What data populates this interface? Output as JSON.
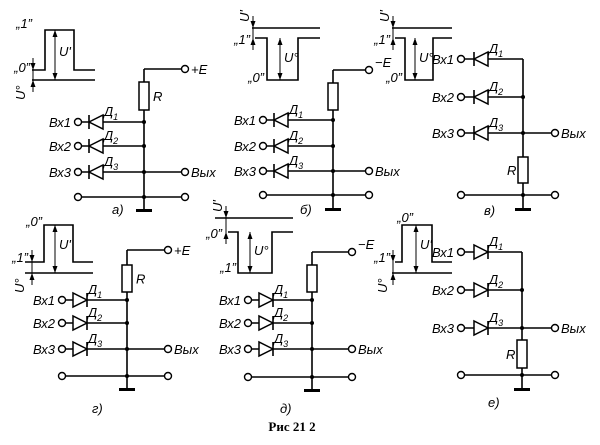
{
  "caption": "Рис 21 2",
  "panels": [
    {
      "id": "a",
      "label": "а)",
      "supply": "+E",
      "resistor": "R",
      "inputs": [
        "Вх1",
        "Вх2",
        "Вх3"
      ],
      "diodes": [
        "Д1",
        "Д2",
        "Д3"
      ],
      "output": "Вых",
      "level_high": "„1”",
      "level_low": "„0”",
      "amp_signal": "U'",
      "amp_offset": "U°",
      "diode_direction": "toward-input"
    },
    {
      "id": "b",
      "label": "б)",
      "supply": "−E",
      "resistor": "",
      "inputs": [
        "Вх1",
        "Вх2",
        "Вх3"
      ],
      "diodes": [
        "Д1",
        "Д2",
        "Д3"
      ],
      "output": "Вых",
      "level_high": "„1”",
      "level_low": "„0”",
      "amp_signal": "U'",
      "amp_offset": "U°",
      "diode_direction": "toward-input"
    },
    {
      "id": "v",
      "label": "в)",
      "supply": "",
      "resistor": "R",
      "inputs": [
        "Вх1",
        "Вх2",
        "Вх3"
      ],
      "diodes": [
        "Д1",
        "Д2",
        "Д3"
      ],
      "output": "Вых",
      "level_high": "„1”",
      "level_low": "„0”",
      "amp_signal": "U'",
      "amp_offset": "U°",
      "diode_direction": "toward-input"
    },
    {
      "id": "g",
      "label": "г)",
      "supply": "+E",
      "resistor": "R",
      "inputs": [
        "Вх1",
        "Вх2",
        "Вх3"
      ],
      "diodes": [
        "Д1",
        "Д2",
        "Д3"
      ],
      "output": "Вых",
      "level_high": "„1”",
      "level_low": "„0”",
      "amp_signal": "U'",
      "amp_offset": "U°",
      "diode_direction": "toward-output"
    },
    {
      "id": "d",
      "label": "д)",
      "supply": "−E",
      "resistor": "",
      "inputs": [
        "Вх1",
        "Вх2",
        "Вх3"
      ],
      "diodes": [
        "Д1",
        "Д2",
        "Д3"
      ],
      "output": "Вых",
      "level_high": "„1”",
      "level_low": "„0”",
      "amp_signal": "U'",
      "amp_offset": "U°",
      "diode_direction": "toward-output"
    },
    {
      "id": "e",
      "label": "е)",
      "supply": "",
      "resistor": "R",
      "inputs": [
        "Вх1",
        "Вх2",
        "Вх3"
      ],
      "diodes": [
        "Д1",
        "Д2",
        "Д3"
      ],
      "output": "Вых",
      "level_high": "„1”",
      "level_low": "„0”",
      "amp_signal": "U'",
      "amp_offset": "U°",
      "diode_direction": "toward-output"
    }
  ]
}
